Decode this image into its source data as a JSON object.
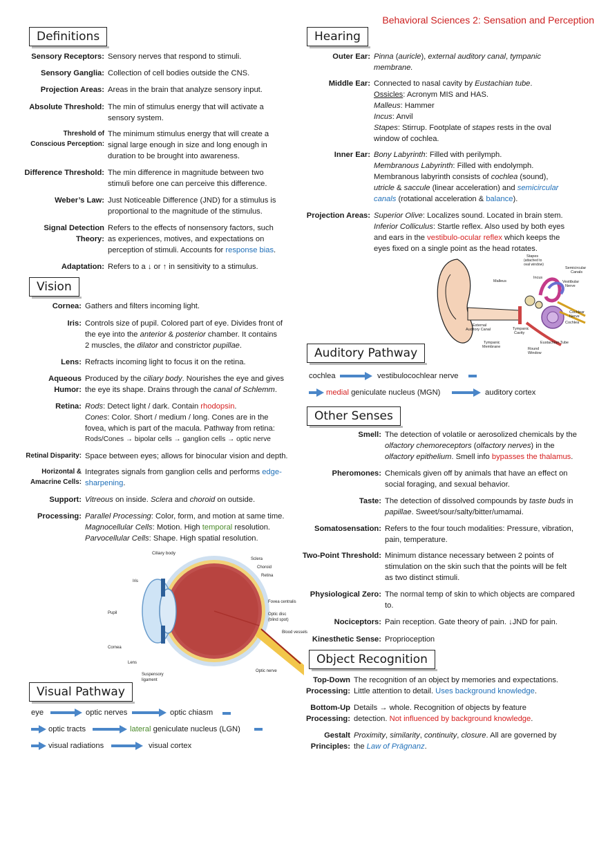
{
  "header": {
    "title": "Behavioral Sciences 2: Sensation and Perception"
  },
  "sections": {
    "definitions": "Definitions",
    "vision": "Vision",
    "visual_pathway": "Visual Pathway",
    "hearing": "Hearing",
    "auditory_pathway": "Auditory Pathway",
    "other_senses": "Other Senses",
    "object_recognition": "Object Recognition"
  },
  "definitions": [
    {
      "term": "Sensory Receptors:",
      "def": "Sensory nerves that respond to stimuli."
    },
    {
      "term": "Sensory Ganglia:",
      "def": "Collection of cell bodies outside the CNS."
    },
    {
      "term": "Projection Areas:",
      "def": "Areas in the brain that analyze sensory input."
    },
    {
      "term": "Absolute Threshold:",
      "def1": "The min of stimulus energy that will activate a",
      "def2": "sensory system."
    },
    {
      "term1": "Threshold of",
      "term2": "Conscious Perception:",
      "def1": "The minimum stimulus energy that will create a",
      "def2": "signal large enough in size and long enough in",
      "def3": "duration to be brought into awareness."
    },
    {
      "term": "Difference Threshold:",
      "def1": "The min difference in magnitude between two",
      "def2": "stimuli before one can perceive this difference."
    },
    {
      "term": "Weber’s Law:",
      "def1": "Just Noticeable Difference (JND) for a stimulus is",
      "def2": "proportional to the magnitude of the stimulus."
    },
    {
      "term1": "Signal Detection",
      "term2": "Theory:",
      "def1": "Refers to the effects of nonsensory factors, such",
      "def2": "as experiences, motives, and expectations on",
      "def3a": "perception of stimuli.  Accounts for ",
      "def3b": "response bias",
      "def3c": "."
    },
    {
      "term": "Adaptation:",
      "def": "Refers to a ↓ or ↑ in sensitivity to a stimulus."
    }
  ],
  "vision": {
    "cornea": {
      "term": "Cornea:",
      "def": "Gathers and filters incoming light."
    },
    "iris": {
      "term": "Iris:",
      "l1": "Controls size of pupil.  Colored part of eye.  Divides front of",
      "l2a": "the eye into the ",
      "l2b": "anterior",
      "l2c": " & ",
      "l2d": "posterior",
      "l2e": " chamber.  It contains",
      "l3a": "2 muscles, the ",
      "l3b": "dilator",
      "l3c": " and constrictor ",
      "l3d": "pupillae",
      "l3e": "."
    },
    "lens": {
      "term": "Lens:",
      "def": "Refracts incoming light to focus it on the retina."
    },
    "aqueous": {
      "term1": "Aqueous",
      "term2": "Humor:",
      "l1a": "Produced by the ",
      "l1b": "ciliary body",
      "l1c": ".  Nourishes the eye and gives",
      "l2a": "the eye its shape.  Drains through the ",
      "l2b": "canal of Schlemm",
      "l2c": "."
    },
    "retina": {
      "term": "Retina:",
      "l1a": "Rods",
      "l1b": ":  Detect light / dark.  Contain ",
      "l1c": "rhodopsin",
      "l1d": ".",
      "l2a": "Cones",
      "l2b": ":  Color.  Short / medium / long.  Cones are in the",
      "l3": "fovea, which is part of the macula.  Pathway from retina:",
      "l4": "Rods/Cones → bipolar cells → ganglion cells → optic nerve"
    },
    "disparity": {
      "term": "Retinal Disparity:",
      "def": "Space between eyes; allows for binocular vision and depth."
    },
    "horizontal": {
      "term1": "Horizontal &",
      "term2": "Amacrine Cells:",
      "l1a": "Integrates signals from ganglion cells and performs ",
      "l1b": "edge-",
      "l2a": "sharpening",
      "l2b": "."
    },
    "support": {
      "term": "Support:",
      "a": "Vitreous",
      "b": " on inside.  ",
      "c": "Sclera",
      "d": " and ",
      "e": "choroid",
      "f": " on outside."
    },
    "processing": {
      "term": "Processing:",
      "l1a": "Parallel Processing",
      "l1b": ":  Color, form, and motion at same time.",
      "l2a": "Magnocellular Cells",
      "l2b": ":  Motion.  High ",
      "l2c": "temporal",
      "l2d": " resolution.",
      "l3a": "Parvocellular Cells",
      "l3b": ":  Shape.  High spatial resolution."
    }
  },
  "eye_diagram": {
    "ciliary": "Ciliary body",
    "sclera": "Sclera",
    "choroid": "Choroid",
    "retina": "Retina",
    "iris": "Iris",
    "pupil": "Pupil",
    "cornea": "Cornea",
    "lens": "Lens",
    "fovea": "Fovea centralis",
    "disc1": "Optic disc",
    "disc2": "(blind spot)",
    "vessels": "Blood vessels",
    "optic": "Optic nerve",
    "susp1": "Suspensory",
    "susp2": "ligament"
  },
  "visual_pathway": {
    "eye": "eye",
    "optic_nerves": "optic nerves",
    "optic_chiasm": "optic chiasm",
    "optic_tracts": "optic tracts",
    "lateral": "lateral",
    "lgn": " geniculate nucleus (LGN)",
    "radiations": "visual radiations",
    "cortex": "visual cortex"
  },
  "hearing": {
    "outer": {
      "term": "Outer Ear:",
      "a": "Pinna",
      "b": " (",
      "c": "auricle",
      "d": "), ",
      "e": "external auditory canal",
      "f": ", ",
      "g": "tympanic",
      "h": "membrane."
    },
    "middle": {
      "term": "Middle Ear:",
      "l1a": "Connected to nasal cavity by ",
      "l1b": "Eustachian tube",
      "l1c": ".",
      "l2a": "Ossicles",
      "l2b": ": Acronym MIS and HAS.",
      "l3a": "Malleus",
      "l3b": ":  Hammer",
      "l4a": "Incus",
      "l4b": ":  Anvil",
      "l5a": "Stapes",
      "l5b": ":  Stirrup.  Footplate of ",
      "l5c": "stapes",
      "l5d": " rests in the oval",
      "l6": "window of cochlea."
    },
    "inner": {
      "term": "Inner Ear:",
      "l1a": "Bony Labyrinth",
      "l1b": ":  Filled with perilymph.",
      "l2a": "Membranous Labyrinth",
      "l2b": ":  Filled with endolymph.",
      "l3a": "Membranous labyrinth consists of ",
      "l3b": "cochlea",
      "l3c": " (sound),",
      "l4a": "utricle",
      "l4b": " & ",
      "l4c": "saccule",
      "l4d": " (linear acceleration) and ",
      "l4e": "semicircular",
      "l5a": "canals",
      "l5b": " (rotational acceleration & ",
      "l5c": "balance",
      "l5d": ")."
    },
    "projection": {
      "term": "Projection Areas:",
      "l1a": "Superior Olive",
      "l1b": ":  Localizes sound.  Located in brain stem.",
      "l2a": "Inferior Colliculus",
      "l2b": ":  Startle reflex.  Also used by both eyes",
      "l3a": "and ears in the ",
      "l3b": "vestibulo-ocular reflex",
      "l3c": " which keeps the",
      "l4": "eyes fixed on a single point as the head rotates."
    }
  },
  "ear_diagram": {
    "stapes1": "Stapes",
    "stapes2": "(attached to",
    "stapes3": "oval window)",
    "incus": "Incus",
    "malleus": "Malleus",
    "semi1": "Semicircular",
    "semi2": "Canals",
    "vest1": "Vestibular",
    "vest2": "Nerve",
    "coch1": "Cochlear",
    "coch2": "Nerve",
    "cochlea": "Cochlea",
    "ext1": "External",
    "ext2": "Auditory Canal",
    "tymc1": "Tympanic",
    "tymc2": "Cavity",
    "tymm1": "Tympanic",
    "tymm2": "Membrane",
    "eust": "Eustachian Tube",
    "round1": "Round",
    "round2": "Window"
  },
  "auditory_pathway": {
    "cochlea": "cochlea",
    "vestib": "vestibulocochlear nerve",
    "medial": "medial",
    "mgn": " geniculate nucleus (MGN)",
    "cortex": "auditory cortex"
  },
  "other_senses": {
    "smell": {
      "term": "Smell:",
      "l1": "The detection of volatile or aerosolized chemicals by the",
      "l2a": "olfactory chemoreceptors",
      "l2b": " (",
      "l2c": "olfactory nerves",
      "l2d": ") in the",
      "l3a": "olfactory epithelium",
      "l3b": ".  Smell info ",
      "l3c": "bypasses the thalamus",
      "l3d": "."
    },
    "pheromones": {
      "term": "Pheromones:",
      "l1": "Chemicals given off by animals that have an effect on",
      "l2": "social foraging, and sexual behavior."
    },
    "taste": {
      "term": "Taste:",
      "l1a": "The detection of dissolved compounds by ",
      "l1b": "taste buds",
      "l1c": " in",
      "l2a": "papillae",
      "l2b": ".  Sweet/sour/salty/bitter/umamai."
    },
    "somato": {
      "term": "Somatosensation:",
      "l1": "Refers to the four touch modalities:  Pressure, vibration,",
      "l2": "pain, temperature."
    },
    "twopoint": {
      "term": "Two-Point Threshold:",
      "l1": "Minimum distance necessary between 2 points of",
      "l2": "stimulation on the skin such that the points will be felt",
      "l3": "as two distinct stimuli."
    },
    "physzero": {
      "term": "Physiological Zero:",
      "l1": "The normal temp of skin to which objects are compared",
      "l2": "to."
    },
    "noci": {
      "term": "Nociceptors:",
      "def": "Pain reception.  Gate theory of pain.  ↓JND for pain."
    },
    "kines": {
      "term": "Kinesthetic Sense:",
      "def": "Proprioception"
    }
  },
  "object_recognition": {
    "topdown": {
      "term1": "Top-Down",
      "term2": "Processing:",
      "l1": "The recognition of an object by memories and expectations.",
      "l2a": "Little attention to detail.  ",
      "l2b": "Uses background knowledge",
      "l2c": "."
    },
    "bottomup": {
      "term1": "Bottom-Up",
      "term2": "Processing:",
      "l1": "Details → whole.  Recognition of objects by feature",
      "l2a": "detection.  ",
      "l2b": "Not influenced by background knowledge",
      "l2c": "."
    },
    "gestalt": {
      "term1": "Gestalt",
      "term2": "Principles:",
      "l1a": "Proximity",
      "l1b": ", ",
      "l1c": "similarity",
      "l1d": ", ",
      "l1e": "continuity",
      "l1f": ", ",
      "l1g": "closure",
      "l1h": ".  All are governed by",
      "l2a": "the ",
      "l2b": "Law of Prägnanz",
      "l2c": "."
    }
  }
}
